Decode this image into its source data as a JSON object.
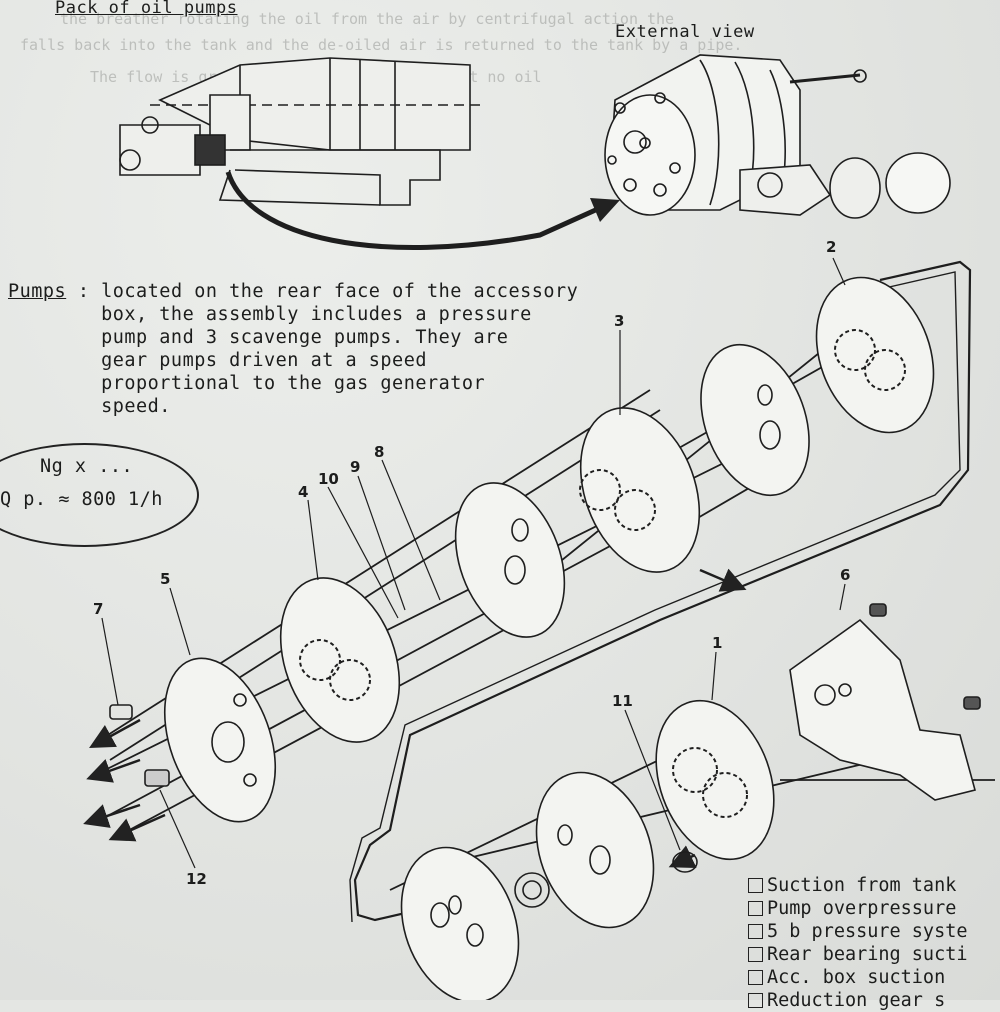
{
  "title": "Pack of oil pumps",
  "external_view": "External view",
  "pumps": {
    "heading": "Pumps",
    "lines": [
      " : located on the rear face of the accessory",
      "        box, the assembly includes a pressure",
      "        pump and 3 scavenge pumps. They are",
      "        gear pumps driven at a speed",
      "        proportional to the gas generator",
      "        speed."
    ]
  },
  "formula": {
    "ng": "Ng x ...",
    "flow": "Q p. ≈ 800 1/h"
  },
  "callouts": [
    "7",
    "5",
    "4",
    "10",
    "9",
    "8",
    "3",
    "2",
    "6",
    "1",
    "11",
    "12"
  ],
  "legend": [
    "Suction from tank",
    "Pump overpressure",
    "5 b pressure syste",
    "Rear bearing sucti",
    "Acc. box suction",
    "Reduction gear s"
  ]
}
